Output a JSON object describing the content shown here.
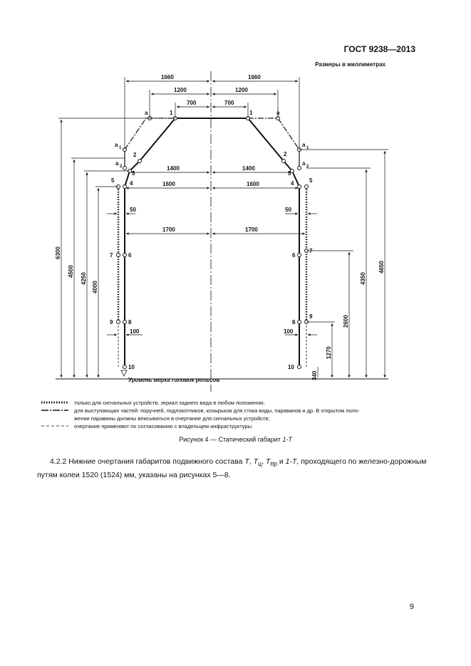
{
  "header": {
    "doc_id": "ГОСТ 9238—2013"
  },
  "figure": {
    "units_note": "Размеры в миллиметрах",
    "dims_top": {
      "d1660": "1660",
      "d1200": "1200",
      "d700": "700"
    },
    "dims_mid": {
      "d1400": "1400",
      "d1600": "1600",
      "d50": "50",
      "d1700": "1700",
      "d100": "100"
    },
    "dims_vert_left": {
      "v6300": "6300",
      "v4500": "4500",
      "v4250": "4250",
      "v4000": "4000"
    },
    "dims_vert_right": {
      "v4350": "4350",
      "v4650": "4650",
      "v2600": "2600",
      "v1270": "1270",
      "v340": "340"
    },
    "points": {
      "p1": "1",
      "p2": "2",
      "p3": "3",
      "p4": "4",
      "p5": "5",
      "p6": "6",
      "p7": "7",
      "p8": "8",
      "p9": "9",
      "p10": "10",
      "pa": "a",
      "pa1": "a",
      "pa2": "a",
      "sub1": "1",
      "sub2": "2"
    },
    "rail_level_label": "Уровень верха головок рельсов",
    "caption_prefix": "Рисунок 4 — Статический габарит ",
    "caption_name": "1-Т"
  },
  "legend": [
    {
      "text": "только для сигнальных устройств, зеркал заднего вида в любом положении;"
    },
    {
      "text": "для выступающих частей: поручней, подлокотников, козырьков для стока воды, параванов и др. В открытом поло-"
    },
    {
      "text": "жении параваны должны вписываться в очертание для сигнальных устройств;"
    },
    {
      "text": "очертание применяют по согласованию с владельцем инфраструктуры."
    }
  ],
  "paragraph": {
    "num": "4.2.2",
    "t1": " Нижние очертания габаритов подвижного состава ",
    "T": "Т",
    "c1": ", ",
    "Tc": "Т",
    "Tc_sub": "ц",
    "c2": ", ",
    "Tpr": "Т",
    "Tpr_sub": "пр",
    "and": " и ",
    "oneT": "1-Т",
    "t2": ", проходящего по железно-дорожным путям колеи 1520 (1524) мм, указаны на рисунках 5—8."
  },
  "page_number": "9"
}
